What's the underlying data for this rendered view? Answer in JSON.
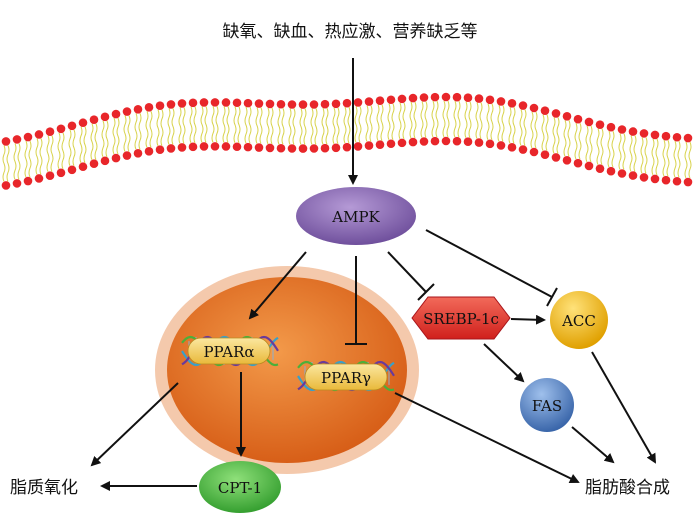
{
  "diagram": {
    "stimulus": "缺氧、缺血、热应激、营养缺乏等",
    "nodes": {
      "ampk": "AMPK",
      "srebp": "SREBP-1c",
      "acc": "ACC",
      "fas": "FAS",
      "ppar_alpha": "PPARα",
      "ppar_gamma": "PPARγ",
      "cpt1": "CPT-1"
    },
    "outcomes": {
      "lipid_oxidation": "脂质氧化",
      "fatty_acid_synthesis": "脂肪酸合成"
    },
    "relations": [
      {
        "from": "stimulus",
        "to": "AMPK",
        "type": "activate"
      },
      {
        "from": "AMPK",
        "to": "PPARα",
        "type": "activate"
      },
      {
        "from": "AMPK",
        "to": "PPARγ",
        "type": "inhibit"
      },
      {
        "from": "AMPK",
        "to": "SREBP-1c",
        "type": "inhibit"
      },
      {
        "from": "AMPK",
        "to": "ACC",
        "type": "inhibit"
      },
      {
        "from": "SREBP-1c",
        "to": "ACC",
        "type": "activate"
      },
      {
        "from": "SREBP-1c",
        "to": "FAS",
        "type": "activate"
      },
      {
        "from": "PPARα",
        "to": "CPT-1",
        "type": "activate"
      },
      {
        "from": "PPARα",
        "to": "脂质氧化",
        "type": "activate"
      },
      {
        "from": "CPT-1",
        "to": "脂质氧化",
        "type": "activate"
      },
      {
        "from": "PPARγ",
        "to": "脂肪酸合成",
        "type": "activate"
      },
      {
        "from": "FAS",
        "to": "脂肪酸合成",
        "type": "activate"
      },
      {
        "from": "ACC",
        "to": "脂肪酸合成",
        "type": "activate"
      }
    ],
    "colors": {
      "membrane_head": "#e8262a",
      "membrane_tail": "#d8d24a",
      "ampk": "#7b5aa6",
      "srebp": "#e5312b",
      "acc": "#f0b400",
      "fas": "#4a76b8",
      "cpt1": "#3aa832",
      "nucleus": "#e8722a",
      "nucleus_halo": "#f4c6a6",
      "ppar_pill": "#f4c95a",
      "arrow": "#111111"
    }
  }
}
